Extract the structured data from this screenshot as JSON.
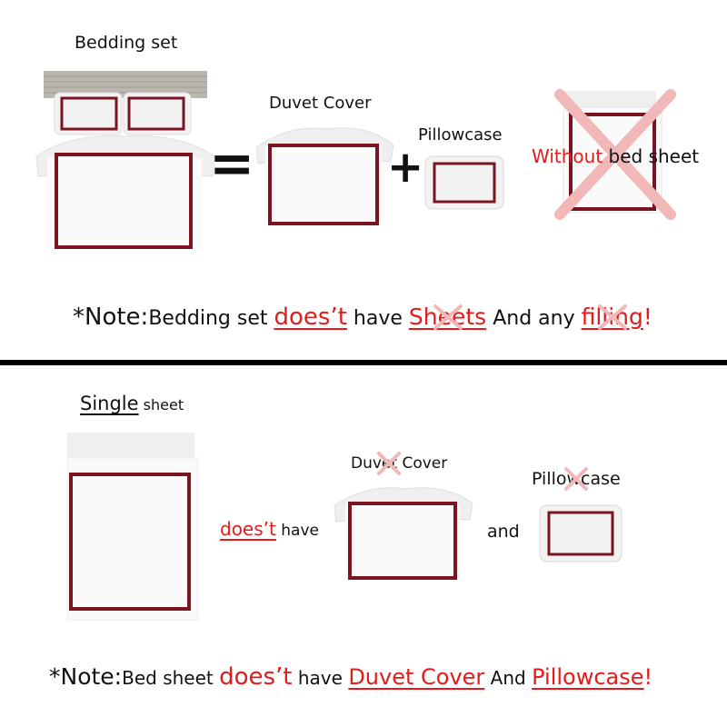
{
  "top": {
    "bedding_label": "Bedding set",
    "equals": "=",
    "duvet_label": "Duvet Cover",
    "plus": "+",
    "pillow_label": "Pillowcase",
    "without_red": "Without",
    "without_rest": " bed sheet",
    "note": {
      "star": "*Note:",
      "p1": "Bedding set ",
      "p2": "does’t",
      "p3": " have ",
      "p4": "Sheets",
      "p5": " And any ",
      "p6": "filling",
      "p7": "!"
    }
  },
  "bottom": {
    "single_label": "Single",
    "sheet_label": " sheet",
    "doest": "does’t",
    "have": " have",
    "duvet_label": "Duvet Cover",
    "and": "and",
    "pillow_label": "Pillowcase",
    "note": {
      "star": "*Note:",
      "p1": "Bed sheet ",
      "p2": "does’t",
      "p3": " have ",
      "p4": "Duvet Cover",
      "p5": " And ",
      "p6": "Pillowcase",
      "p7": "!"
    }
  },
  "colors": {
    "accent_red": "#e31b1b",
    "frame": "#7a1420",
    "cross": "#f2b8b8"
  }
}
